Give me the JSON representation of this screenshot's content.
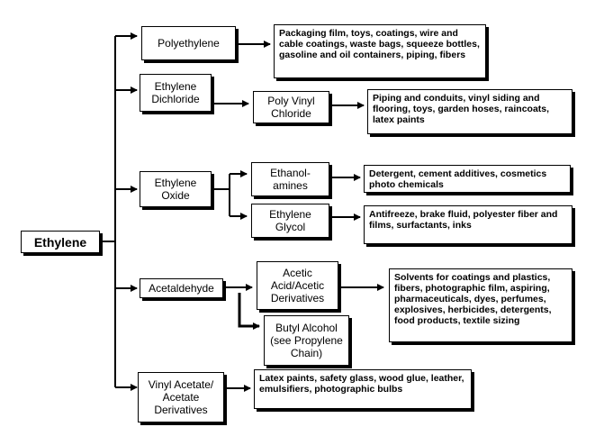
{
  "root": "Ethylene",
  "nodes": {
    "polyethylene": "Polyethylene",
    "ethylene_dichloride": "Ethylene Dichloride",
    "poly_vinyl_chloride": "Poly Vinyl Chloride",
    "ethylene_oxide": "Ethylene Oxide",
    "ethanolamines": "Ethanol- amines",
    "ethylene_glycol": "Ethylene Glycol",
    "acetaldehyde": "Acetaldehyde",
    "acetic_acid": "Acetic Acid/Acetic Derivatives",
    "butyl_alcohol": "Butyl Alcohol (see Propylene Chain)",
    "vinyl_acetate": "Vinyl Acetate/ Acetate Derivatives"
  },
  "uses": {
    "polyethylene": "Packaging film, toys, coatings, wire and cable coatings, waste bags, squeeze bottles, gasoline and oil containers, piping, fibers",
    "pvc": "Piping and conduits, vinyl siding and flooring, toys, garden hoses, raincoats, latex paints",
    "ethanolamines": "Detergent, cement additives, cosmetics photo chemicals",
    "ethylene_glycol": "Antifreeze, brake fluid, polyester fiber and films, surfactants, inks",
    "acetic_acid": "Solvents for coatings and plastics, fibers, photographic film, aspiring, pharmaceuticals, dyes, perfumes, explosives, herbicides, detergents, food products, textile sizing",
    "vinyl_acetate": "Latex paints, safety glass, wood glue, leather, emulsifiers, photographic bulbs"
  },
  "colors": {
    "line": "#000000",
    "box_fill": "#ffffff",
    "shadow": "#000000"
  }
}
